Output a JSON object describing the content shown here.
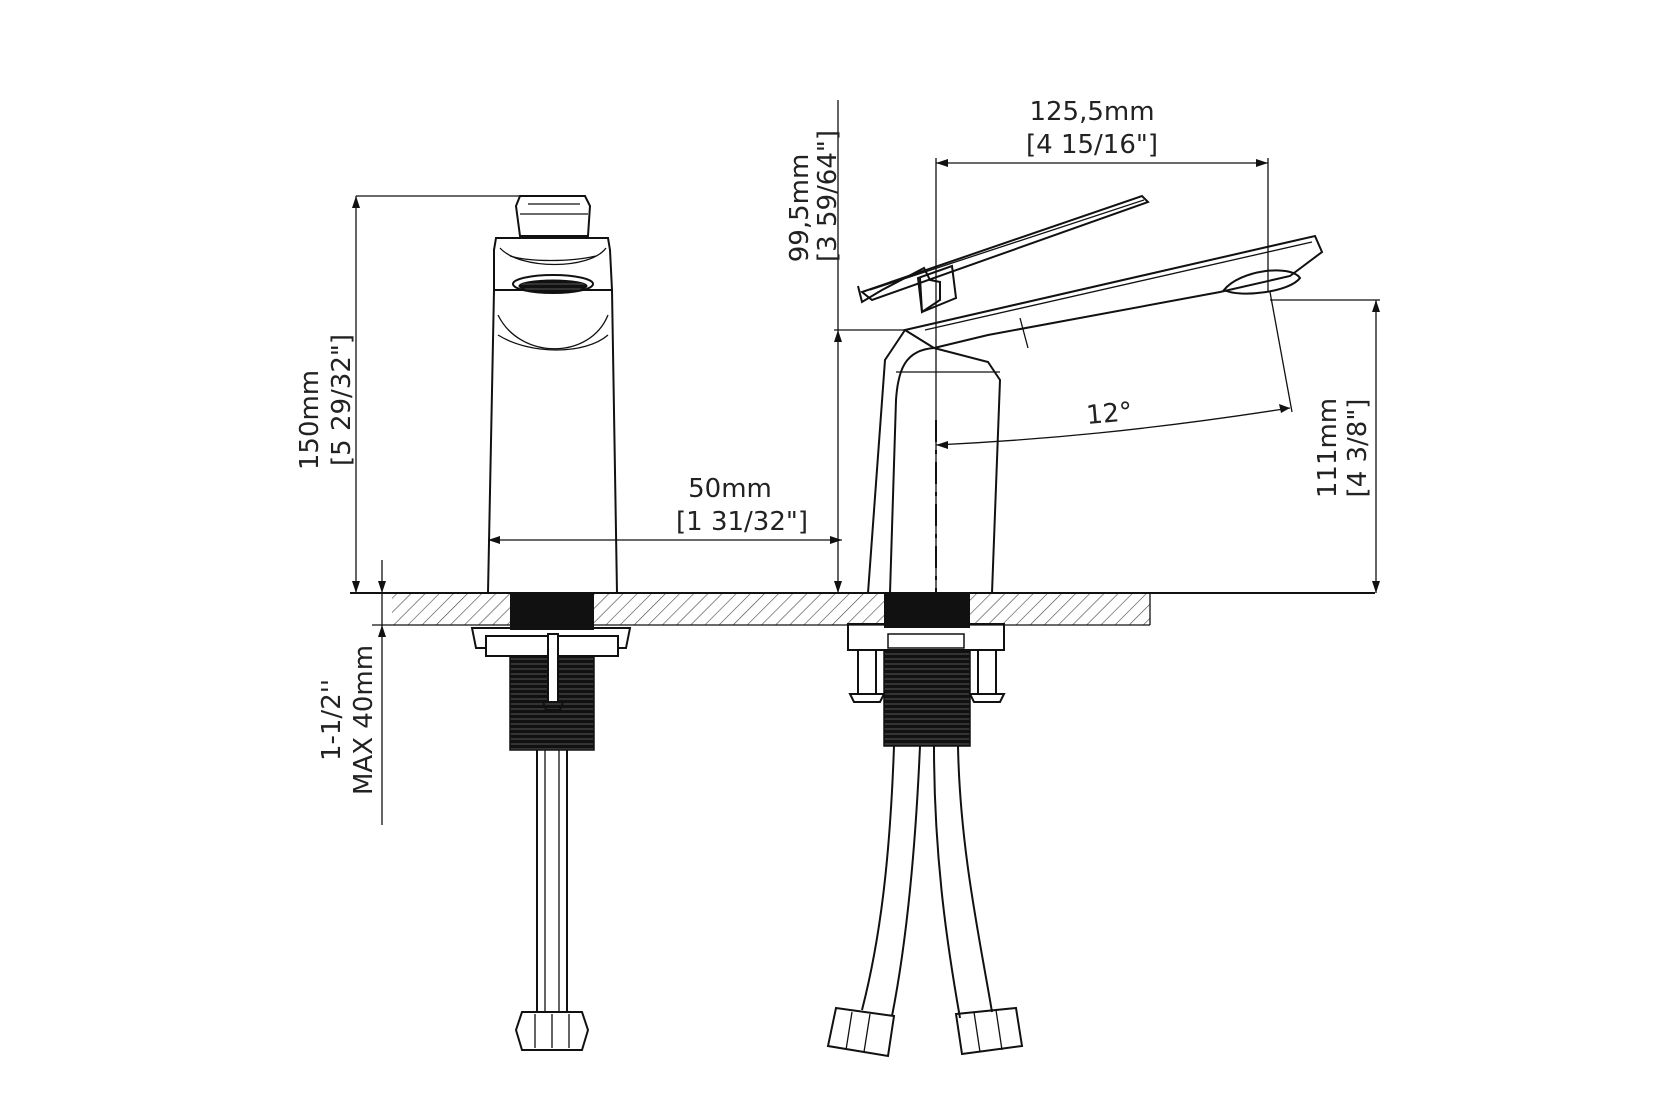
{
  "dimensions": {
    "height_total": {
      "metric": "150mm",
      "imperial": "[5 29/32\"]"
    },
    "spout_reach": {
      "metric": "125,5mm",
      "imperial": "[4 15/16\"]"
    },
    "spout_height": {
      "metric": "99,5mm",
      "imperial": "[3 59/64\"]"
    },
    "base_width": {
      "metric": "50mm",
      "imperial": "[1 31/32\"]"
    },
    "outlet_height": {
      "metric": "111mm",
      "imperial": "[4 3/8\"]"
    },
    "angle": "12°",
    "thread": "1-1/2''",
    "deck_thickness": "MAX 40mm"
  }
}
